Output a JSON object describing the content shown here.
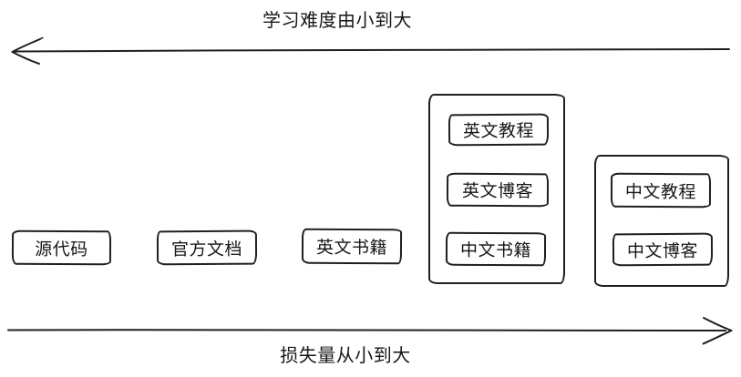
{
  "canvas": {
    "background": "#ffffff",
    "stroke_color": "#1f1f1f",
    "text_color": "#171717"
  },
  "axes": {
    "top": {
      "label": "学习难度由小到大",
      "direction": "left",
      "icon": "arrow-left"
    },
    "bottom": {
      "label": "损失量从小到大",
      "direction": "right",
      "icon": "arrow-right"
    }
  },
  "nodes": {
    "standalone": [
      {
        "label": "源代码"
      },
      {
        "label": "官方文档"
      },
      {
        "label": "英文书籍"
      }
    ],
    "groups": [
      {
        "items": [
          {
            "label": "英文教程"
          },
          {
            "label": "英文博客"
          },
          {
            "label": "中文书籍"
          }
        ]
      },
      {
        "items": [
          {
            "label": "中文教程"
          },
          {
            "label": "中文博客"
          }
        ]
      }
    ]
  }
}
